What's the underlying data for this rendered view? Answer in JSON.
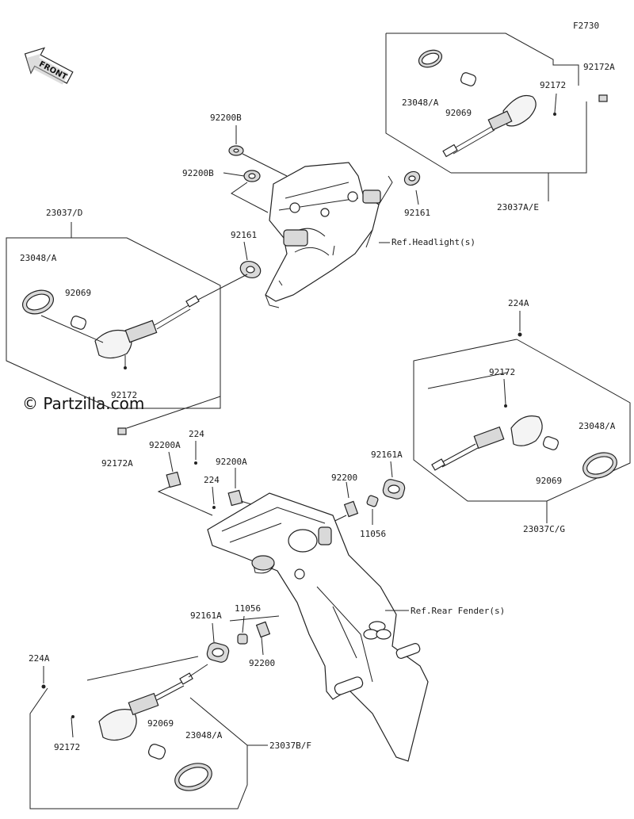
{
  "figure_code": "F2730",
  "watermark": "© Partzilla.com",
  "front_arrow": "FRONT",
  "refs": {
    "headlight": "Ref.Headlight(s)",
    "rear_fender": "Ref.Rear Fender(s)"
  },
  "labels": {
    "l23037ae": "23037A/E",
    "l92172a_tr": "92172A",
    "l92172_tr": "92172",
    "l23048a_tr": "23048/A",
    "l92069_tr": "92069",
    "l92161_tr": "92161",
    "l92200b_1": "92200B",
    "l92200b_2": "92200B",
    "l92161_mid": "92161",
    "l23037d": "23037/D",
    "l23048a_l": "23048/A",
    "l92069_l": "92069",
    "l92172_l": "92172",
    "l92172a_l": "92172A",
    "l224a_r": "224A",
    "l92172_r": "92172",
    "l23048a_r": "23048/A",
    "l92069_r": "92069",
    "l92161a_r": "92161A",
    "l23037cg": "23037C/G",
    "l92200_r": "92200",
    "l11056_r": "11056",
    "l92200a_1": "92200A",
    "l224_1": "224",
    "l92200a_2": "92200A",
    "l224_2": "224",
    "l11056_b": "11056",
    "l92161a_b": "92161A",
    "l92200_b": "92200",
    "l224a_b": "224A",
    "l92069_b": "92069",
    "l23048a_b": "23048/A",
    "l92172_b": "92172",
    "l23037bf": "23037B/F"
  }
}
